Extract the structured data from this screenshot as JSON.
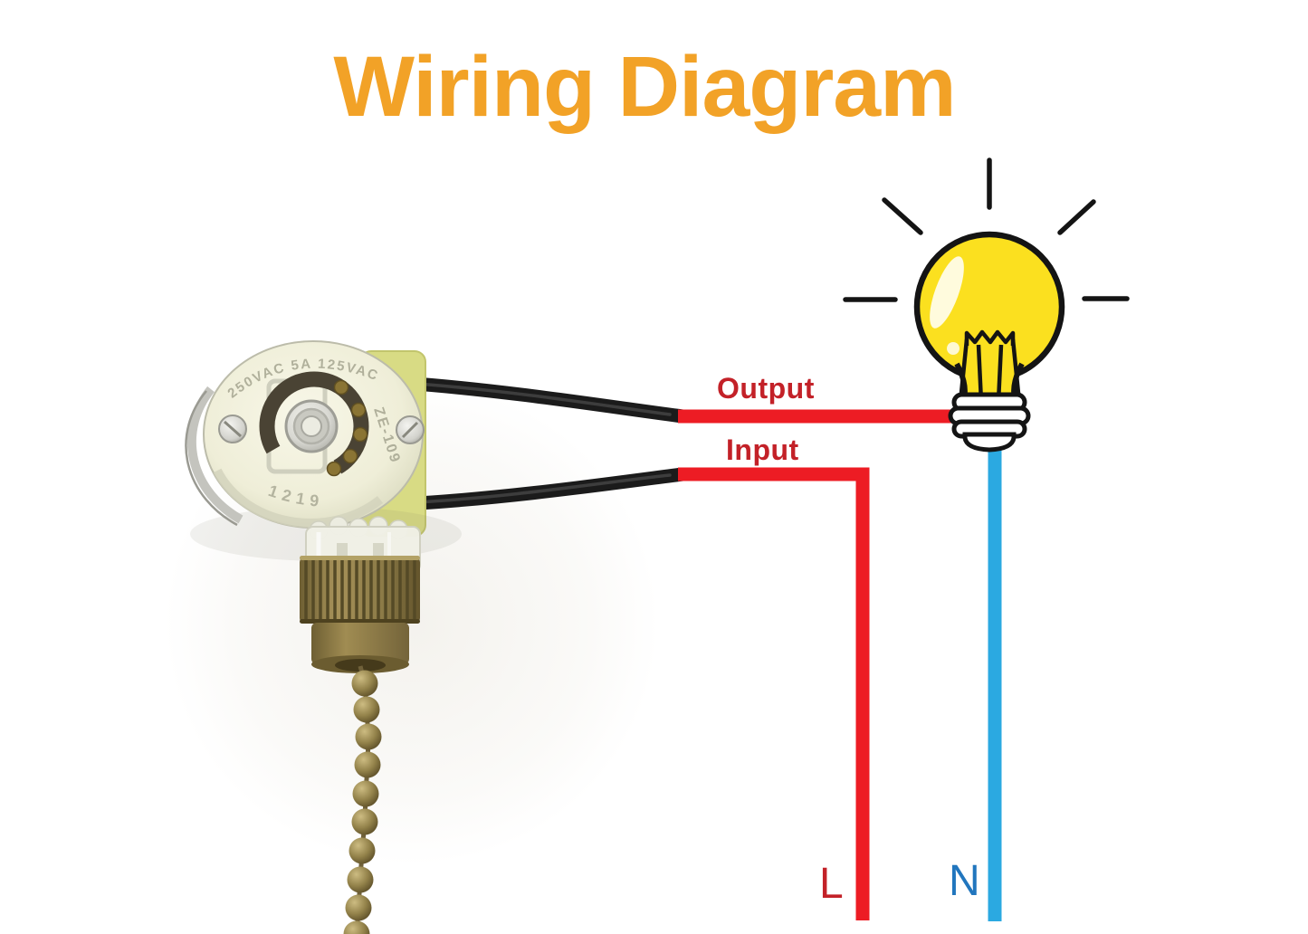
{
  "title": "Wiring Diagram",
  "labels": {
    "output": "Output",
    "input": "Input",
    "live": "L",
    "neutral": "N"
  },
  "switch_markings": {
    "top_arc": "250VAC 5A 125VAC",
    "model": "ZE-109",
    "bottom_arc": "1219"
  },
  "colors": {
    "title_orange": "#F2A227",
    "wire_red": "#ED1C24",
    "wire_blue": "#2BA9E1",
    "wire_black": "#1B1B1B",
    "label_red": "#C32128",
    "label_blue": "#2176BE",
    "bulb_yellow": "#FBE01F",
    "bulb_outline": "#141414",
    "brass": "#8F7D45"
  }
}
